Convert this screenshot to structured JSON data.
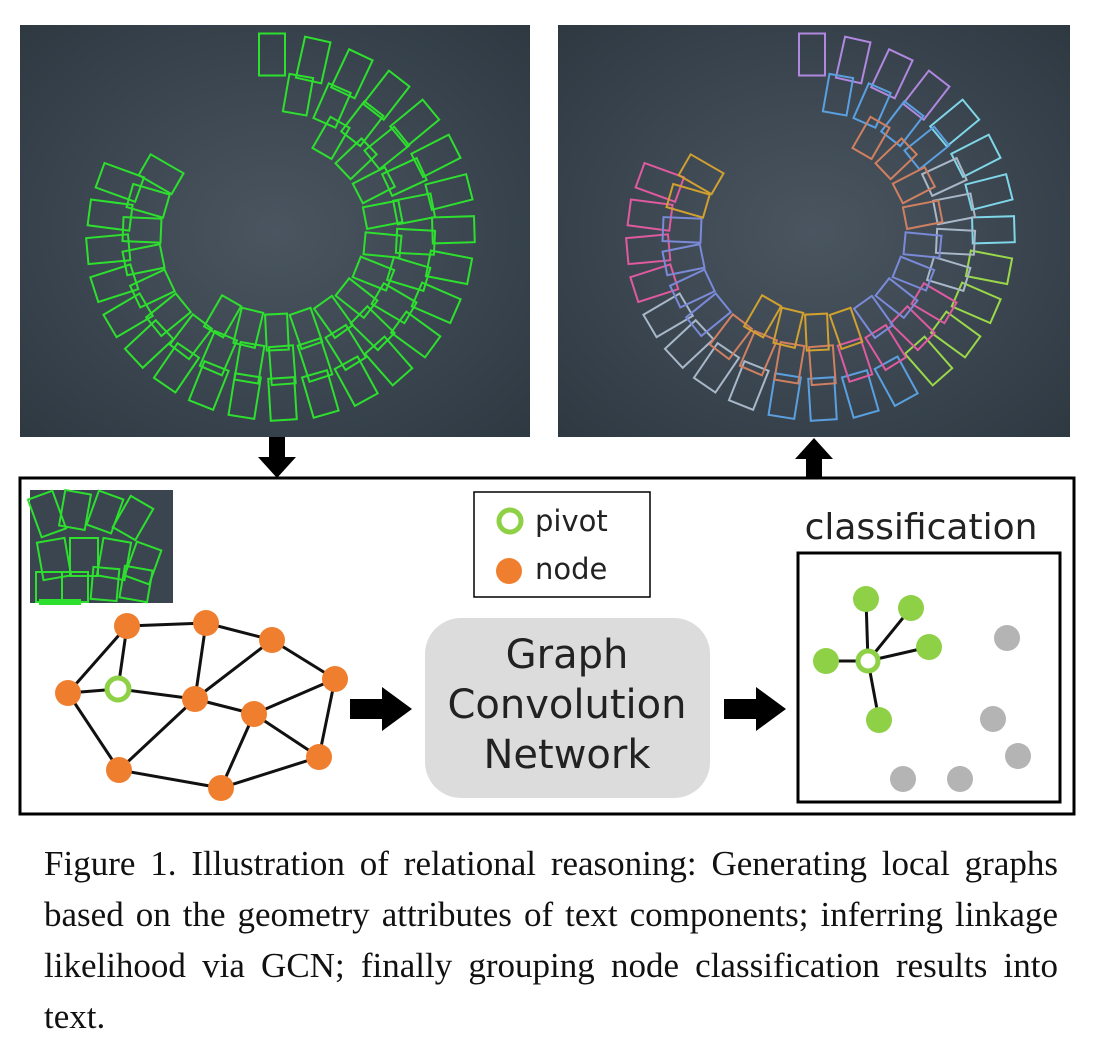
{
  "legend": {
    "pivot_label": "pivot",
    "node_label": "node"
  },
  "gcn": {
    "line1": "Graph",
    "line2": "Convolution",
    "line3": "Network"
  },
  "classification_label": "classification",
  "caption": "Figure 1. Illustration of relational reasoning: Generating local graphs based on the geometry attributes of text components; inferring linkage likelihood via GCN; finally grouping node classification results into text.",
  "colors": {
    "background_photo": "#3a4550",
    "detection_green": "#2ee02e",
    "node_orange": "#ef7f2f",
    "pivot_green": "#8ed046",
    "linked_green": "#8ed046",
    "unlinked_gray": "#b4b4b4",
    "gcn_box": "#dcdcdc"
  }
}
